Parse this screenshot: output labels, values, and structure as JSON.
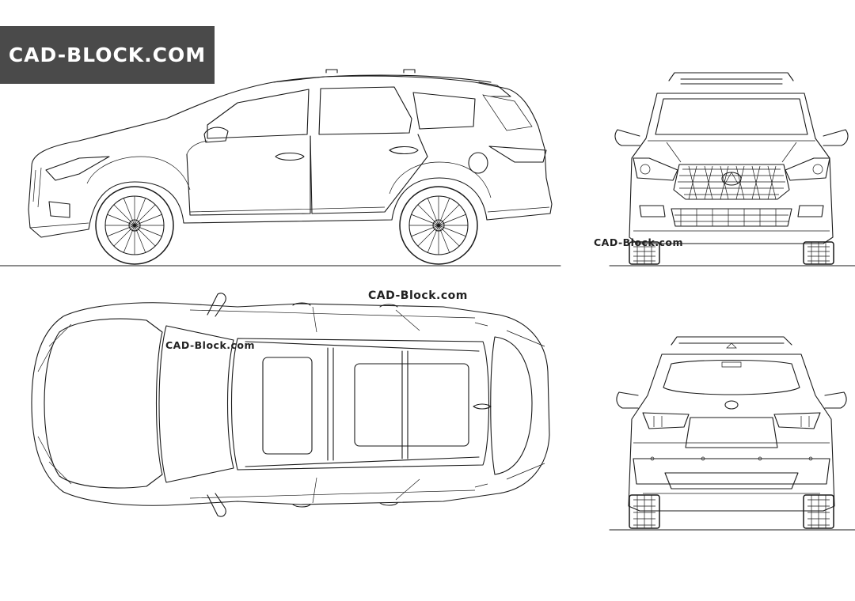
{
  "header": {
    "logo_text": "CAD-BLOCK.COM"
  },
  "watermarks": {
    "front_view": "CAD-Block.com",
    "top_view_upper": "CAD-Block.com",
    "top_view_left": "CAD-Block.com"
  },
  "views": {
    "side": {
      "icon": "suv-side-view"
    },
    "front": {
      "icon": "suv-front-view"
    },
    "top": {
      "icon": "suv-top-view"
    },
    "rear": {
      "icon": "suv-rear-view"
    }
  }
}
